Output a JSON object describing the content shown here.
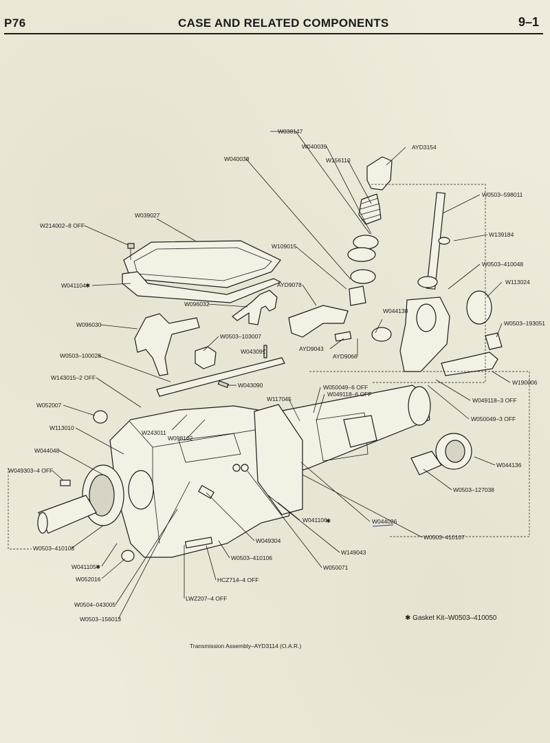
{
  "header": {
    "page_label": "P76",
    "title": "CASE AND RELATED COMPONENTS",
    "section": "9–1"
  },
  "callouts": [
    {
      "id": "c1",
      "text": "W038147"
    },
    {
      "id": "c2",
      "text": "W040039"
    },
    {
      "id": "c3",
      "text": "AYD3154"
    },
    {
      "id": "c4",
      "text": "W040038"
    },
    {
      "id": "c5",
      "text": "W156110"
    },
    {
      "id": "c6",
      "text": "W0503–598011"
    },
    {
      "id": "c7",
      "text": "W214002–8 OFF"
    },
    {
      "id": "c8",
      "text": "W039027"
    },
    {
      "id": "c9",
      "text": "W139184"
    },
    {
      "id": "c10",
      "text": "W109015"
    },
    {
      "id": "c11",
      "text": "W0503–410048"
    },
    {
      "id": "c12",
      "text": "W041104"
    },
    {
      "id": "c13",
      "text": "AYD9078"
    },
    {
      "id": "c14",
      "text": "W113024"
    },
    {
      "id": "c15",
      "text": "W096032"
    },
    {
      "id": "c16",
      "text": "W044138"
    },
    {
      "id": "c17",
      "text": "W0503–193051"
    },
    {
      "id": "c18",
      "text": "W096030"
    },
    {
      "id": "c19",
      "text": "W0503–103007"
    },
    {
      "id": "c20",
      "text": "AYD9043"
    },
    {
      "id": "c21",
      "text": "W043091"
    },
    {
      "id": "c22",
      "text": "AYD9066"
    },
    {
      "id": "c23",
      "text": "W0503–100028"
    },
    {
      "id": "c24",
      "text": "W190006"
    },
    {
      "id": "c25",
      "text": "W143015–2 OFF"
    },
    {
      "id": "c26",
      "text": "W043090"
    },
    {
      "id": "c27",
      "text": "W050049–6 OFF"
    },
    {
      "id": "c28",
      "text": "W049118–6 OFF"
    },
    {
      "id": "c29",
      "text": "W117045"
    },
    {
      "id": "c30",
      "text": "W049118–3 OFF"
    },
    {
      "id": "c31",
      "text": "W052007"
    },
    {
      "id": "c32",
      "text": "W050049–3 OFF"
    },
    {
      "id": "c33",
      "text": "W113010"
    },
    {
      "id": "c34",
      "text": "W243011"
    },
    {
      "id": "c35",
      "text": "W098102"
    },
    {
      "id": "c36",
      "text": "W044048"
    },
    {
      "id": "c37",
      "text": "W044136"
    },
    {
      "id": "c38",
      "text": "W049303–4 OFF"
    },
    {
      "id": "c39",
      "text": "W0503–127038"
    },
    {
      "id": "c40",
      "text": "W041106"
    },
    {
      "id": "c41",
      "text": "W044026"
    },
    {
      "id": "c42",
      "text": "W0503–410108"
    },
    {
      "id": "c43",
      "text": "W049304"
    },
    {
      "id": "c44",
      "text": "W0503–410107"
    },
    {
      "id": "c45",
      "text": "W149043"
    },
    {
      "id": "c46",
      "text": "W041105"
    },
    {
      "id": "c47",
      "text": "W0503–410106"
    },
    {
      "id": "c48",
      "text": "W052016"
    },
    {
      "id": "c49",
      "text": "W050071"
    },
    {
      "id": "c50",
      "text": "HCZ714–4 OFF"
    },
    {
      "id": "c51",
      "text": "W0504–043005"
    },
    {
      "id": "c52",
      "text": "LWZ207–4 OFF"
    },
    {
      "id": "c53",
      "text": "W0503–156013"
    }
  ],
  "footnotes": {
    "gasket_kit": "Gasket Kit–W0503–410050",
    "assembly": "Transmission Assembly–AYD3114 (O.A.R.)"
  },
  "asterisk": "✱"
}
